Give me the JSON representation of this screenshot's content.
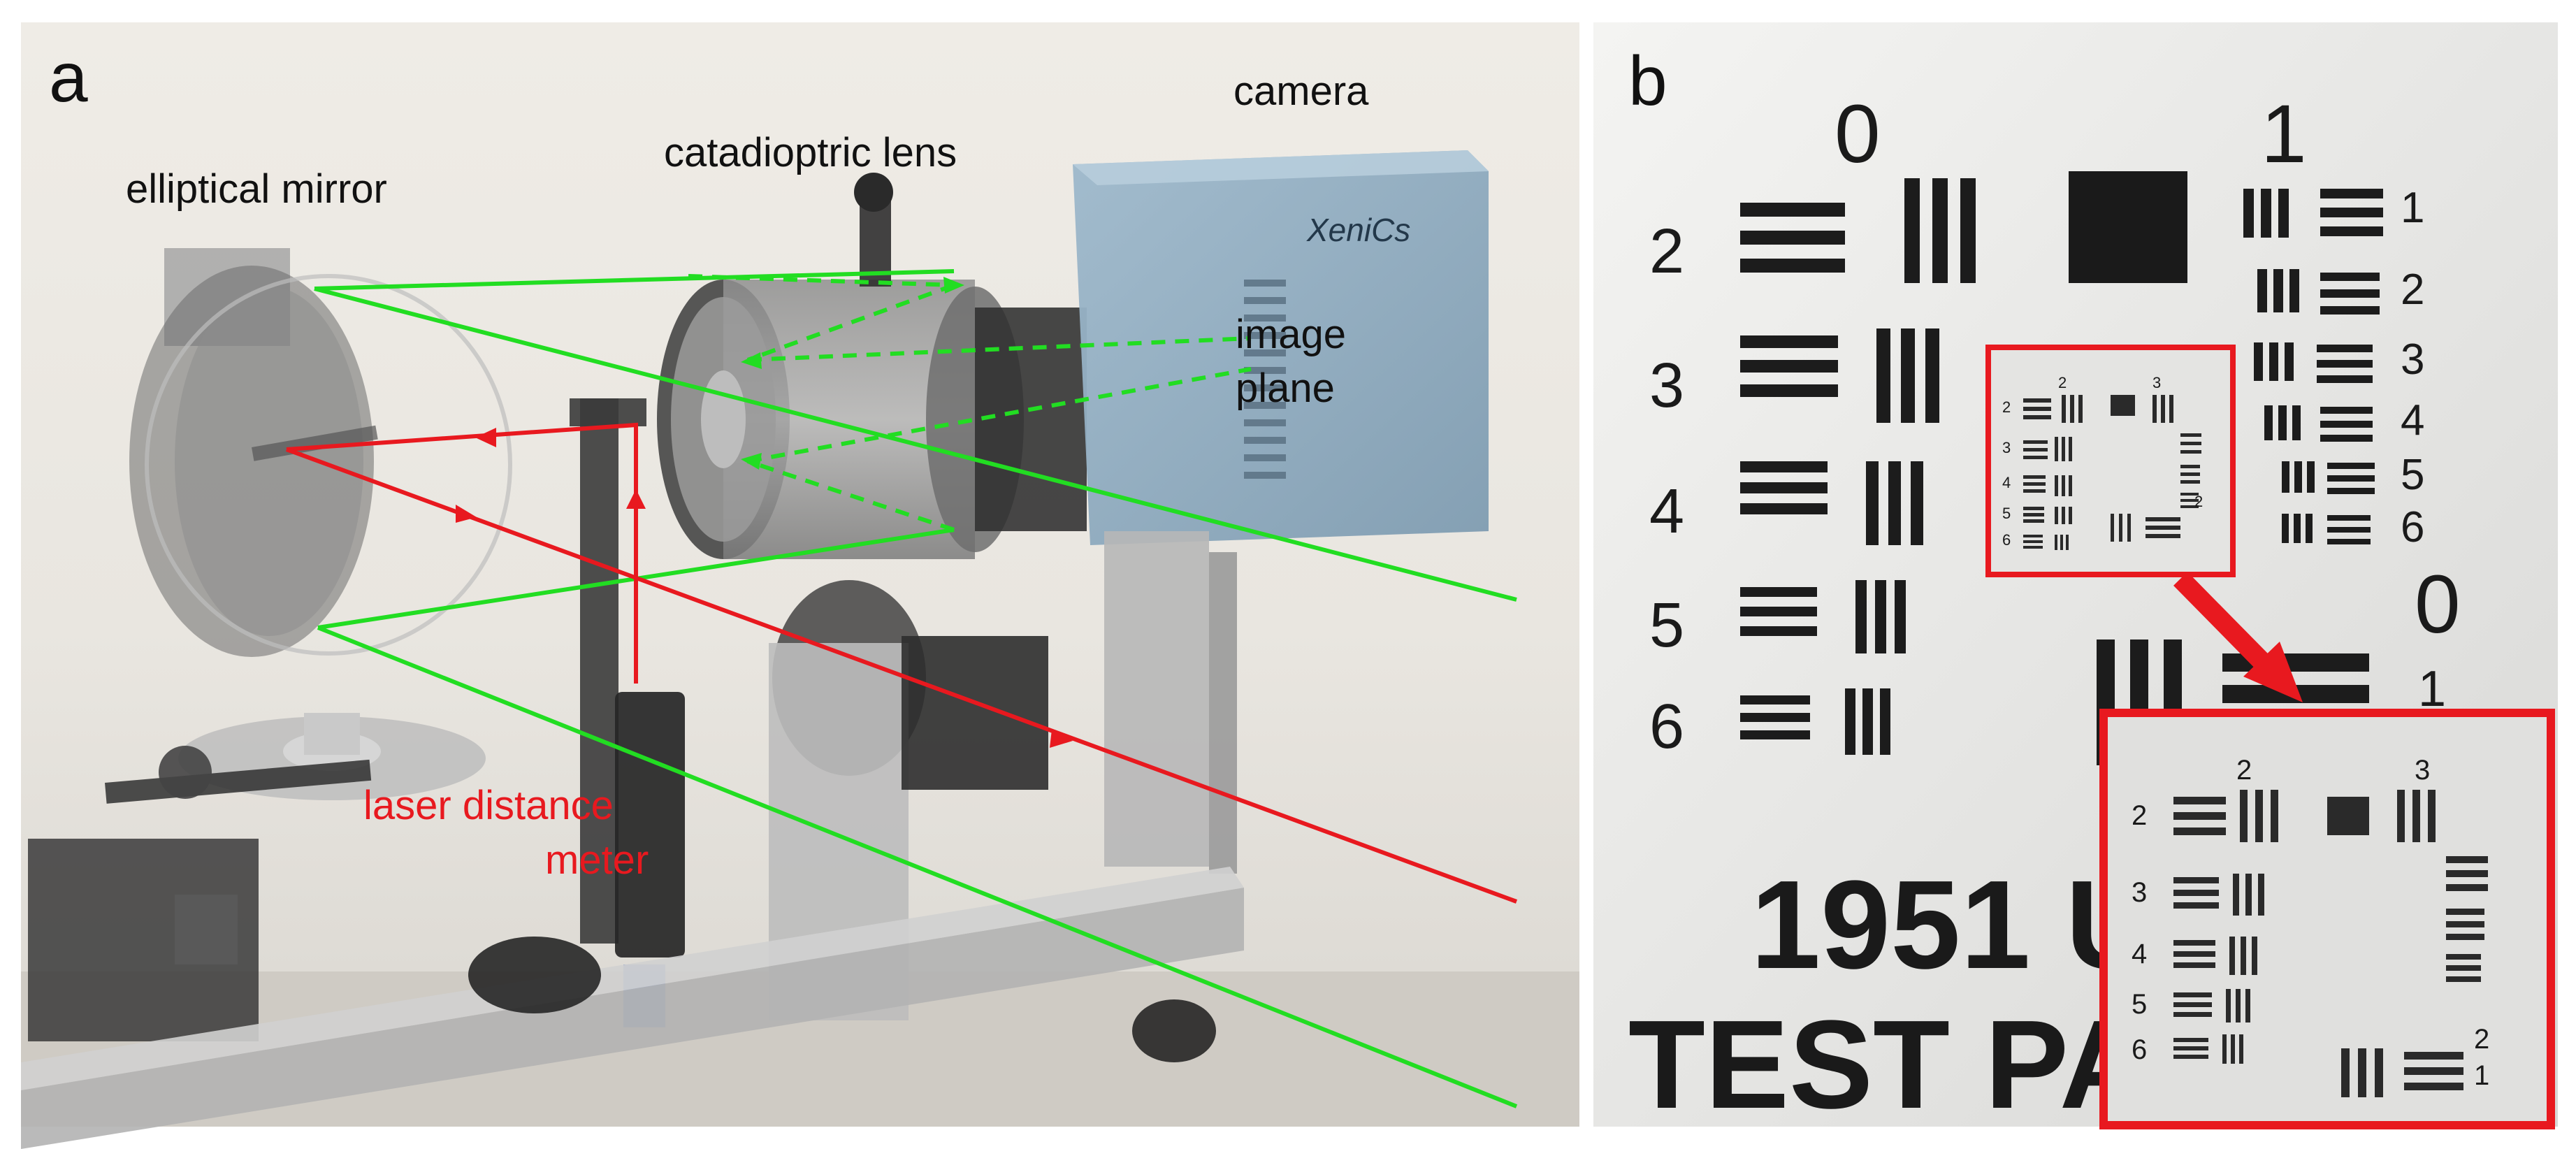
{
  "panel_a": {
    "label": "a",
    "annotations": {
      "elliptical_mirror": "elliptical mirror",
      "catadioptric_lens": "catadioptric lens",
      "camera": "camera",
      "image_plane_line1": "image",
      "image_plane_line2": "plane",
      "laser_line1": "laser distance",
      "laser_line2": "meter"
    },
    "camera_brand": "XeniCs",
    "colors": {
      "green_rays": "#22dd22",
      "red_rays": "#e8191f",
      "laser_text": "#e8191f"
    }
  },
  "panel_b": {
    "label": "b",
    "group_numbers": {
      "top_left": "0",
      "top_right": "1",
      "right_mid": "0",
      "right_low": "1"
    },
    "element_numbers_left": [
      "2",
      "3",
      "4",
      "5",
      "6"
    ],
    "element_numbers_right": [
      "1",
      "2",
      "3",
      "4",
      "5",
      "6"
    ],
    "small_inset": {
      "left_numbers": [
        "2",
        "3",
        "4",
        "5",
        "6"
      ],
      "top_numbers": [
        "2",
        "3"
      ],
      "bottom_number": "2"
    },
    "zoom_inset": {
      "left_numbers": [
        "2",
        "3",
        "4",
        "5",
        "6"
      ],
      "top_numbers": [
        "2",
        "3"
      ],
      "bottom_numbers": [
        "2",
        "1"
      ]
    },
    "bottom_line1": "1951 U",
    "bottom_line2": "TEST PA",
    "colors": {
      "highlight": "#e8191f"
    }
  }
}
